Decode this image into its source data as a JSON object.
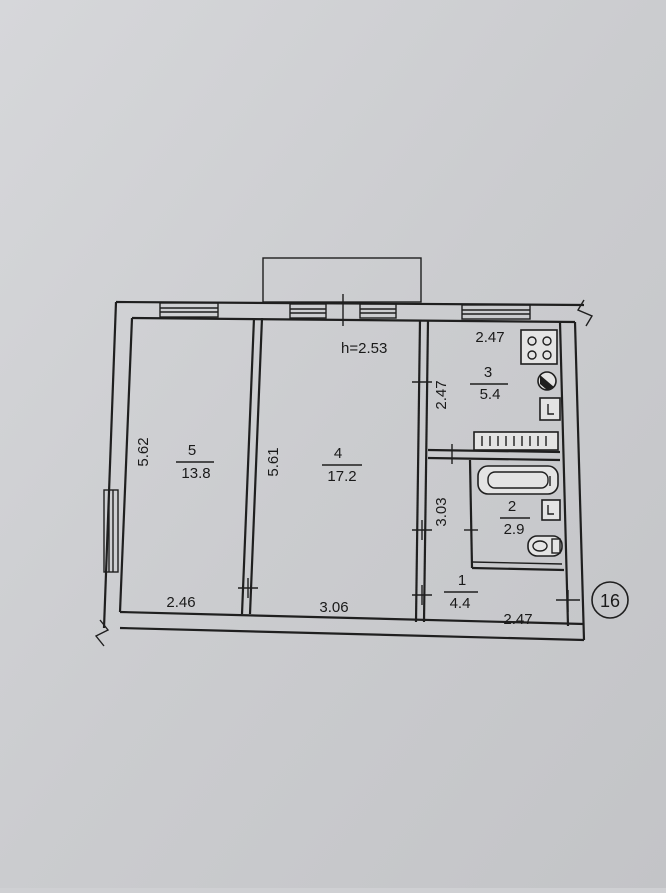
{
  "plan": {
    "ceiling_height": "h=2.53",
    "apartment_number": "16",
    "rooms": [
      {
        "number": "1",
        "area": "4.4"
      },
      {
        "number": "2",
        "area": "2.9"
      },
      {
        "number": "3",
        "area": "5.4"
      },
      {
        "number": "4",
        "area": "17.2"
      },
      {
        "number": "5",
        "area": "13.8"
      }
    ],
    "dimensions": {
      "room5_depth": "5.62",
      "room4_depth": "5.61",
      "room3_width": "2.47",
      "room3_depth": "2.47",
      "corridor_depth": "3.03",
      "bottom_room5": "2.46",
      "bottom_room4": "3.06",
      "bottom_corridor": "2.47"
    }
  }
}
